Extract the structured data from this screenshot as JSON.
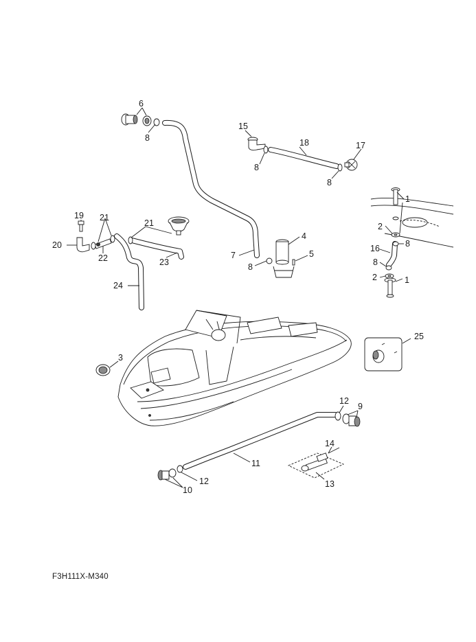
{
  "diagram_code": "F3H111X-M340",
  "callouts": [
    {
      "id": "c6",
      "label": "6"
    },
    {
      "id": "c8a",
      "label": "8"
    },
    {
      "id": "c15",
      "label": "15"
    },
    {
      "id": "c18",
      "label": "18"
    },
    {
      "id": "c17",
      "label": "17"
    },
    {
      "id": "c8b",
      "label": "8"
    },
    {
      "id": "c8c",
      "label": "8"
    },
    {
      "id": "c1a",
      "label": "1"
    },
    {
      "id": "c2a",
      "label": "2"
    },
    {
      "id": "c8d",
      "label": "8"
    },
    {
      "id": "c16",
      "label": "16"
    },
    {
      "id": "c8e",
      "label": "8"
    },
    {
      "id": "c2b",
      "label": "2"
    },
    {
      "id": "c1b",
      "label": "1"
    },
    {
      "id": "c19",
      "label": "19"
    },
    {
      "id": "c21a",
      "label": "21"
    },
    {
      "id": "c21b",
      "label": "21"
    },
    {
      "id": "c20",
      "label": "20"
    },
    {
      "id": "c22",
      "label": "22"
    },
    {
      "id": "c23",
      "label": "23"
    },
    {
      "id": "c24",
      "label": "24"
    },
    {
      "id": "c4",
      "label": "4"
    },
    {
      "id": "c7",
      "label": "7"
    },
    {
      "id": "c5",
      "label": "5"
    },
    {
      "id": "c8f",
      "label": "8"
    },
    {
      "id": "c3",
      "label": "3"
    },
    {
      "id": "c25",
      "label": "25"
    },
    {
      "id": "c12a",
      "label": "12"
    },
    {
      "id": "c9",
      "label": "9"
    },
    {
      "id": "c11",
      "label": "11"
    },
    {
      "id": "c14",
      "label": "14"
    },
    {
      "id": "c13",
      "label": "13"
    },
    {
      "id": "c12b",
      "label": "12"
    },
    {
      "id": "c10",
      "label": "10"
    }
  ]
}
